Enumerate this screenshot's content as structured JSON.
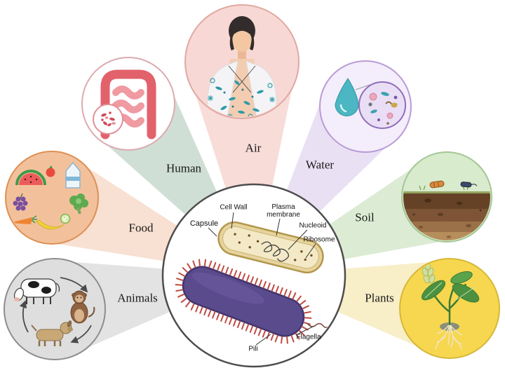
{
  "diagram": {
    "center": {
      "parts": {
        "cell_wall": "Cell Wall",
        "plasma_membrane": "Plasma membrane",
        "capsule": "Capsule",
        "nucleoid": "Nucleoid",
        "ribosome": "Ribosome",
        "flagella": "Flagella",
        "pili": "Pili"
      },
      "colors": {
        "body": "#5a4b8c",
        "body_stroke": "#3f3570",
        "pili": "#bf4a42",
        "capsule_fill": "#e7d49c",
        "capsule_stroke": "#b3974e",
        "circle_stroke": "#4d4d4d"
      }
    },
    "sources": [
      {
        "label": "Human",
        "icon": "intestine",
        "wedge": "#cfdfd6",
        "fill": "#ffffff",
        "border": "#dcaab0"
      },
      {
        "label": "Air",
        "icon": "person-with-microbes",
        "wedge": "#f8dcd8",
        "fill": "#f8d8d4",
        "border": "#e0a8a2"
      },
      {
        "label": "Water",
        "icon": "water-drop-microbes",
        "wedge": "#e9e0f3",
        "fill": "#f4edfb",
        "border": "#b99bd6"
      },
      {
        "label": "Soil",
        "icon": "soil-layers",
        "wedge": "#dcecd4",
        "fill": "#d8ebcc",
        "border": "#a3c796"
      },
      {
        "label": "Plants",
        "icon": "plant-with-roots",
        "wedge": "#f8eec8",
        "fill": "#f6d74f",
        "border": "#d6b838"
      },
      {
        "label": "Animals",
        "icon": "farm-animals",
        "wedge": "#e3e3e3",
        "fill": "#dedede",
        "border": "#8d8d8d"
      },
      {
        "label": "Food",
        "icon": "food-assortment",
        "wedge": "#f8e0d2",
        "fill": "#f2c19c",
        "border": "#dd9054"
      }
    ]
  }
}
